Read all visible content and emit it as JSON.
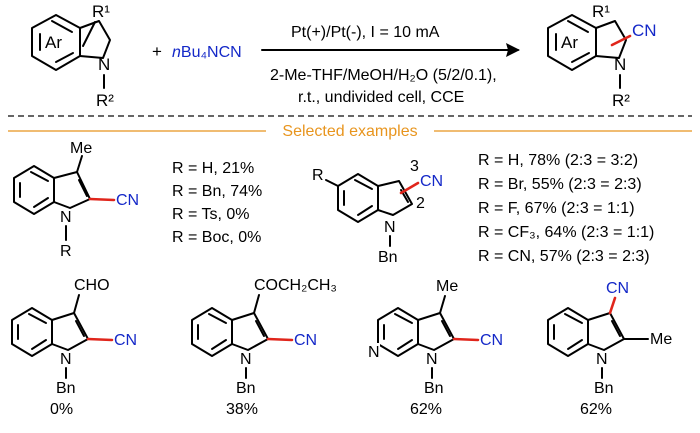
{
  "colors": {
    "cyanide_text": "#1428c8",
    "new_bond": "#e0251b",
    "section_rule": "#e8951e",
    "divider": "#333333"
  },
  "reaction": {
    "start_ring_label": "Ar",
    "start_r1": "R¹",
    "start_r2": "R²",
    "start_n": "N",
    "plus": "+",
    "reagent_prefix": "n",
    "reagent_main": "Bu₄NCN",
    "conditions_top": "Pt(+)/Pt(-), I = 10 mA",
    "conditions_bottom_1": "2-Me-THF/MeOH/H₂O (5/2/0.1),",
    "conditions_bottom_2": "r.t., undivided cell, CCE",
    "product_ring_label": "Ar",
    "product_r1": "R¹",
    "product_r2": "R²",
    "product_n": "N",
    "product_cn": "CN"
  },
  "section_title": "Selected examples",
  "example_3methyl": {
    "me": "Me",
    "n": "N",
    "r": "R",
    "cn": "CN",
    "yields": [
      "R = H, 21%",
      "R = Bn, 74%",
      "R = Ts, 0%",
      "R = Boc, 0%"
    ]
  },
  "example_5sub": {
    "r": "R",
    "n": "N",
    "bn": "Bn",
    "cn": "CN",
    "pos3": "3",
    "pos2": "2",
    "yields": [
      "R = H, 78% (2:3 = 3:2)",
      "R = Br, 55% (2:3 = 2:3)",
      "R = F, 67% (2:3 = 1:1)",
      "R = CF₃, 64% (2:3 = 1:1)",
      "R = CN, 57% (2:3 = 2:3)"
    ]
  },
  "bottom_examples": [
    {
      "substituent": "CHO",
      "n": "N",
      "bn": "Bn",
      "cn": "CN",
      "yield": "0%"
    },
    {
      "substituent": "COCH₂CH₃",
      "n": "N",
      "bn": "Bn",
      "cn": "CN",
      "yield": "38%"
    },
    {
      "substituent": "Me",
      "n": "N",
      "pyr_n": "N",
      "bn": "Bn",
      "cn": "CN",
      "yield": "62%"
    },
    {
      "substituent": "Me",
      "n": "N",
      "bn": "Bn",
      "cn": "CN",
      "yield": "62%"
    }
  ]
}
